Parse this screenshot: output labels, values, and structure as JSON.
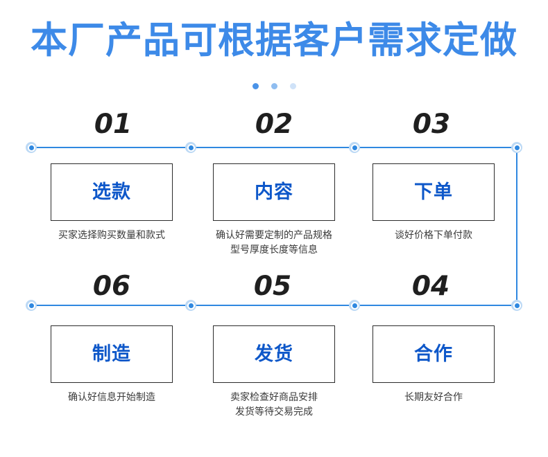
{
  "header": {
    "title": "本厂产品可根据客户需求定做",
    "title_color": "#3d8ae8",
    "dots": [
      "dot-solid",
      "dot-medium",
      "dot-faint"
    ]
  },
  "theme": {
    "accent_blue": "#2f88e0",
    "label_blue": "#0d57c9",
    "number_color": "#1f1f1f",
    "caption_color": "#3a3a3a",
    "box_border": "#2b2b2b",
    "background": "#ffffff"
  },
  "steps": [
    {
      "number": "01",
      "label": "选款",
      "caption": "买家选择购买数量和款式",
      "row": "top",
      "column": 1
    },
    {
      "number": "02",
      "label": "内容",
      "caption": "确认好需要定制的产品规格\n型号厚度长度等信息",
      "row": "top",
      "column": 2
    },
    {
      "number": "03",
      "label": "下单",
      "caption": "谈好价格下单付款",
      "row": "top",
      "column": 3
    },
    {
      "number": "06",
      "label": "制造",
      "caption": "确认好信息开始制造",
      "row": "bottom",
      "column": 1
    },
    {
      "number": "05",
      "label": "发货",
      "caption": "卖家检查好商品安排\n发货等待交易完成",
      "row": "bottom",
      "column": 2
    },
    {
      "number": "04",
      "label": "合作",
      "caption": "长期友好合作",
      "row": "bottom",
      "column": 3
    }
  ]
}
